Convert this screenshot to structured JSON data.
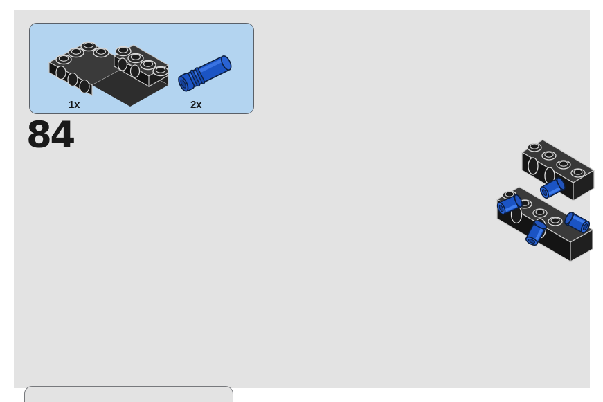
{
  "page": {
    "background_color": "#ffffff",
    "sheet_color": "#e3e3e3"
  },
  "step": {
    "number": "84",
    "number_color": "#1a1a1a"
  },
  "parts_callout": {
    "background_color": "#b3d4f0",
    "border_color": "#5a6068",
    "parts": [
      {
        "name": "angled-technic-beam",
        "quantity_label": "1x",
        "color": "#1c1c1c",
        "description": "black angular technic liftarm brick 5x5 with pin holes and studs"
      },
      {
        "name": "technic-pin-with-friction",
        "quantity_label": "2x",
        "color": "#1b54c4",
        "description": "blue technic pin with friction ridges and collar"
      }
    ]
  },
  "assembly": {
    "name": "step-84-assembly",
    "description": "black angled technic beams joined with four blue technic pins",
    "beam_color": "#1c1c1c",
    "pin_color": "#1b54c4",
    "stud_outline_color": "#d8d8d8",
    "pin_count": 4
  },
  "next_callout": {
    "name": "next-step-callout-peek",
    "border_color": "#77797d"
  }
}
